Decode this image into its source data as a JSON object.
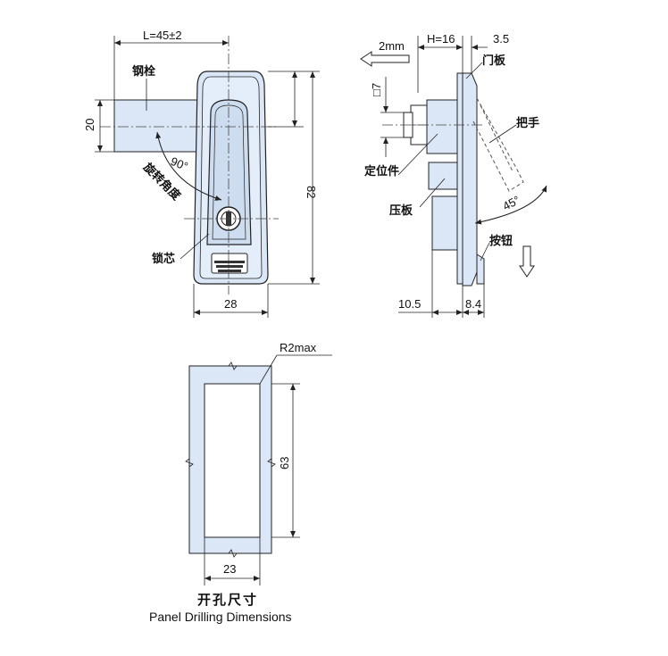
{
  "front_view": {
    "dim_length": "L=45±2",
    "dim_bolt_height": "20",
    "dim_height": "82",
    "dim_width": "28",
    "angle": "90°",
    "label_bolt": "钢栓",
    "label_rotation": "旋转角度",
    "label_core": "锁芯"
  },
  "side_view": {
    "dim_travel": "2mm",
    "dim_h": "H=16",
    "dim_door_thickness": "3.5",
    "dim_square": "□7",
    "dim_10_5": "10.5",
    "dim_8_4": "8.4",
    "angle": "45°",
    "label_door": "门板",
    "label_handle": "把手",
    "label_locator": "定位件",
    "label_plate": "压板",
    "label_button": "按钮"
  },
  "cutout": {
    "radius": "R2max",
    "dim_height": "63",
    "dim_width": "23",
    "caption_cn": "开孔尺寸",
    "caption_en": "Panel Drilling Dimensions"
  },
  "colors": {
    "body_fill": "#dbe7f6",
    "line": "#222222",
    "accent_dark": "#3a3a3a"
  }
}
